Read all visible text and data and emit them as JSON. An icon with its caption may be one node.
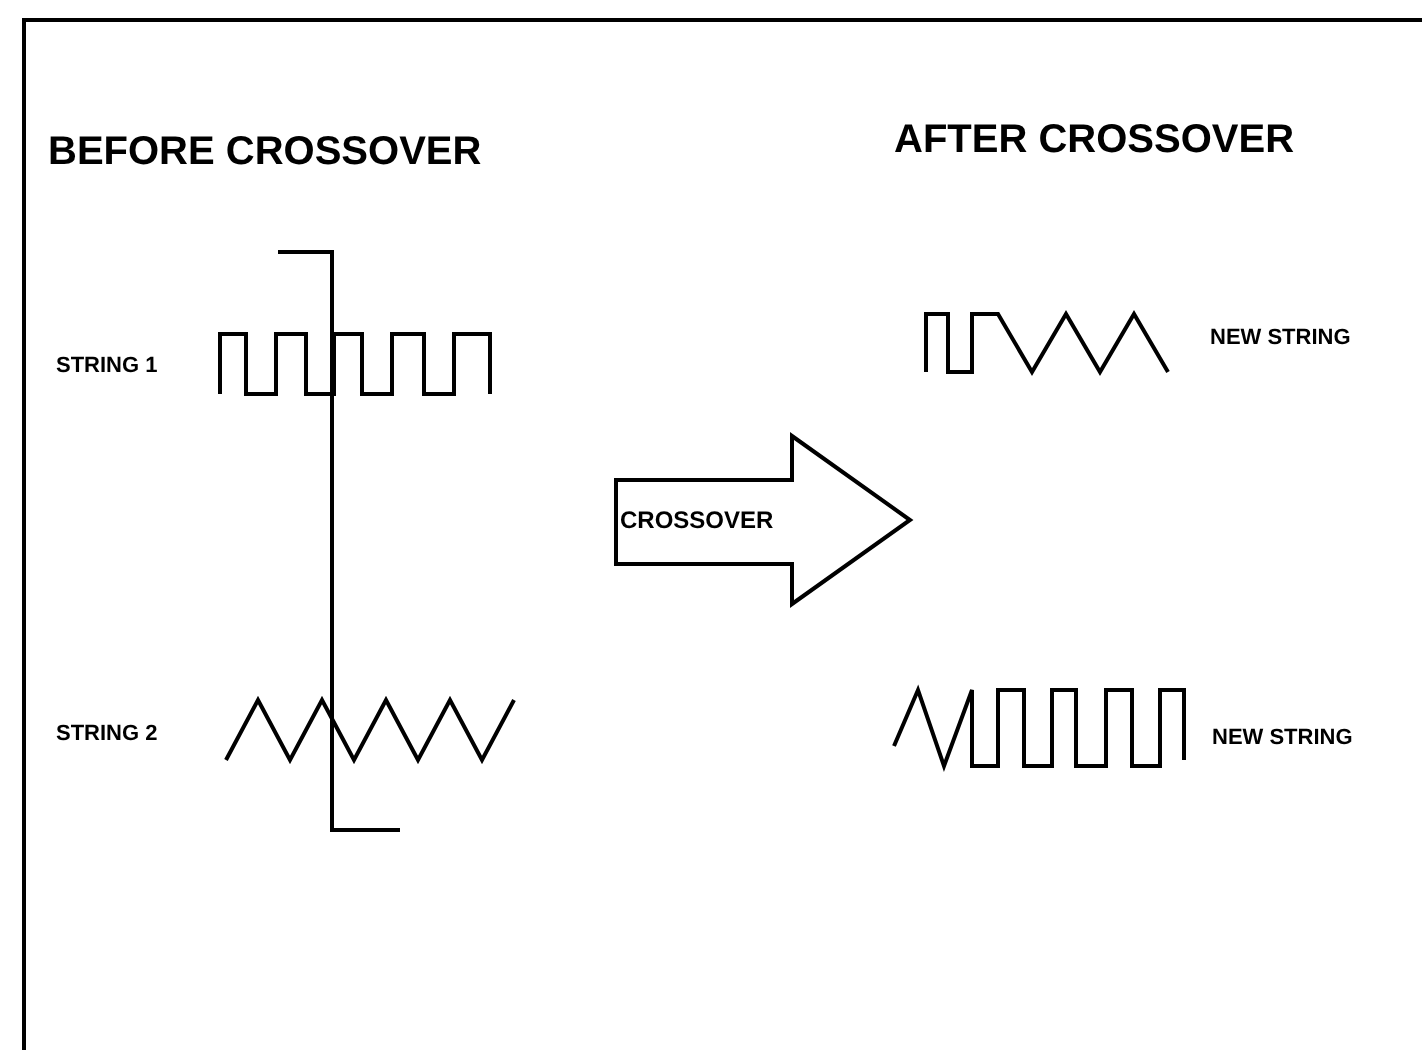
{
  "diagram": {
    "nodes": [
      {
        "text": [
          "CROSSOVER"
        ]
      }
    ],
    "labels": [
      "BEFORE CROSSOVER",
      "AFTER CROSSOVER",
      "STRING 1",
      "NEW STRING",
      "STRING 2",
      "NEW STRING"
    ]
  }
}
